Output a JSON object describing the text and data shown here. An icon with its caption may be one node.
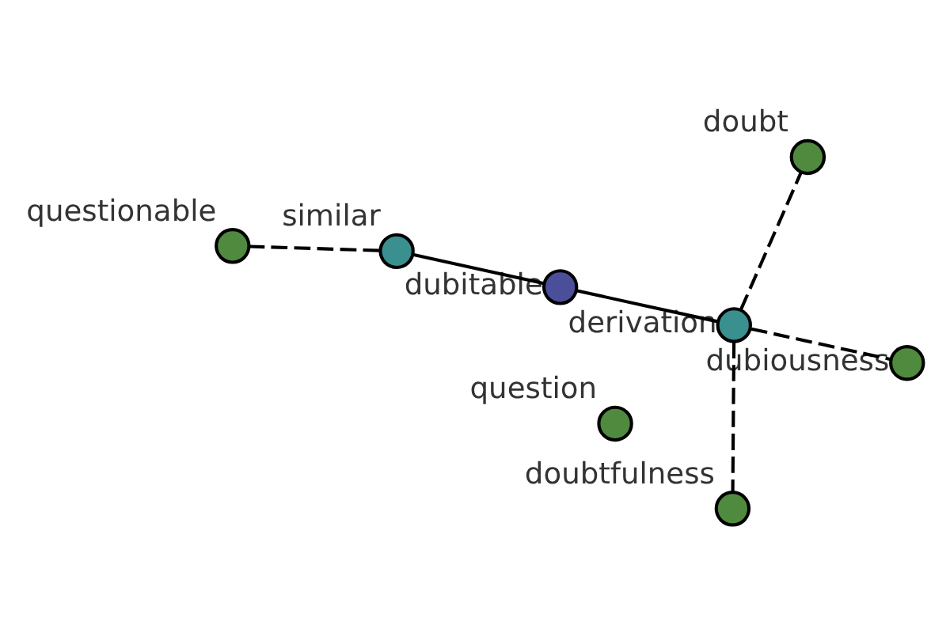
{
  "diagram": {
    "nodes": [
      {
        "text": [
          "doubtfulness"
        ]
      },
      {
        "text": [
          "dubiousness"
        ]
      },
      {
        "text": [
          "question"
        ]
      },
      {
        "text": [
          "derivation"
        ]
      },
      {
        "text": [
          "doubt"
        ]
      },
      {
        "text": [
          "dubitable"
        ]
      },
      {
        "text": [
          "similar"
        ]
      },
      {
        "text": [
          "questionable"
        ]
      }
    ],
    "edges": [
      {
        "from": 3,
        "to": 0,
        "arrow": "none",
        "style": "dashed"
      },
      {
        "from": 3,
        "to": 1,
        "arrow": "none",
        "style": "dashed"
      },
      {
        "from": 3,
        "to": 4,
        "arrow": "none",
        "style": "dashed"
      },
      {
        "from": 5,
        "to": 3,
        "arrow": "none"
      },
      {
        "from": 5,
        "to": 6,
        "arrow": "none"
      },
      {
        "from": 6,
        "to": 7,
        "arrow": "none",
        "style": "dashed"
      }
    ]
  }
}
